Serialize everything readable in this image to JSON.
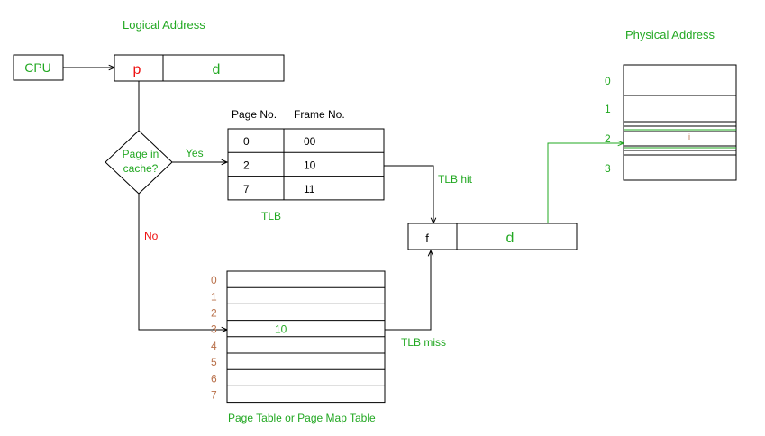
{
  "colors": {
    "green": "#22a822",
    "red": "#ee1111",
    "brown": "#b8704a",
    "black": "#000000"
  },
  "labels": {
    "logical_address": "Logical Address",
    "physical_address": "Physical Address",
    "cpu": "CPU",
    "page_field": "p",
    "offset_field": "d",
    "decision": [
      "Page in",
      "cache?"
    ],
    "yes": "Yes",
    "no": "No",
    "tlb_page_header": "Page No.",
    "tlb_frame_header": "Frame No.",
    "tlb_caption": "TLB",
    "tlb_hit": "TLB hit",
    "tlb_miss": "TLB miss",
    "frame_field": "f",
    "frame_offset_field": "d",
    "page_table_caption": "Page Table or Page Map Table",
    "physical_marker": "i"
  },
  "tlb_rows": [
    {
      "page": "0",
      "frame": "00"
    },
    {
      "page": "2",
      "frame": "10"
    },
    {
      "page": "7",
      "frame": "11"
    }
  ],
  "page_table": {
    "indices": [
      "0",
      "1",
      "2",
      "3",
      "4",
      "5",
      "6",
      "7"
    ],
    "values": [
      "",
      "",
      "",
      "10",
      "",
      "",
      "",
      ""
    ]
  },
  "physical_memory": {
    "frame_labels": [
      "0",
      "1",
      "2",
      "3"
    ]
  }
}
